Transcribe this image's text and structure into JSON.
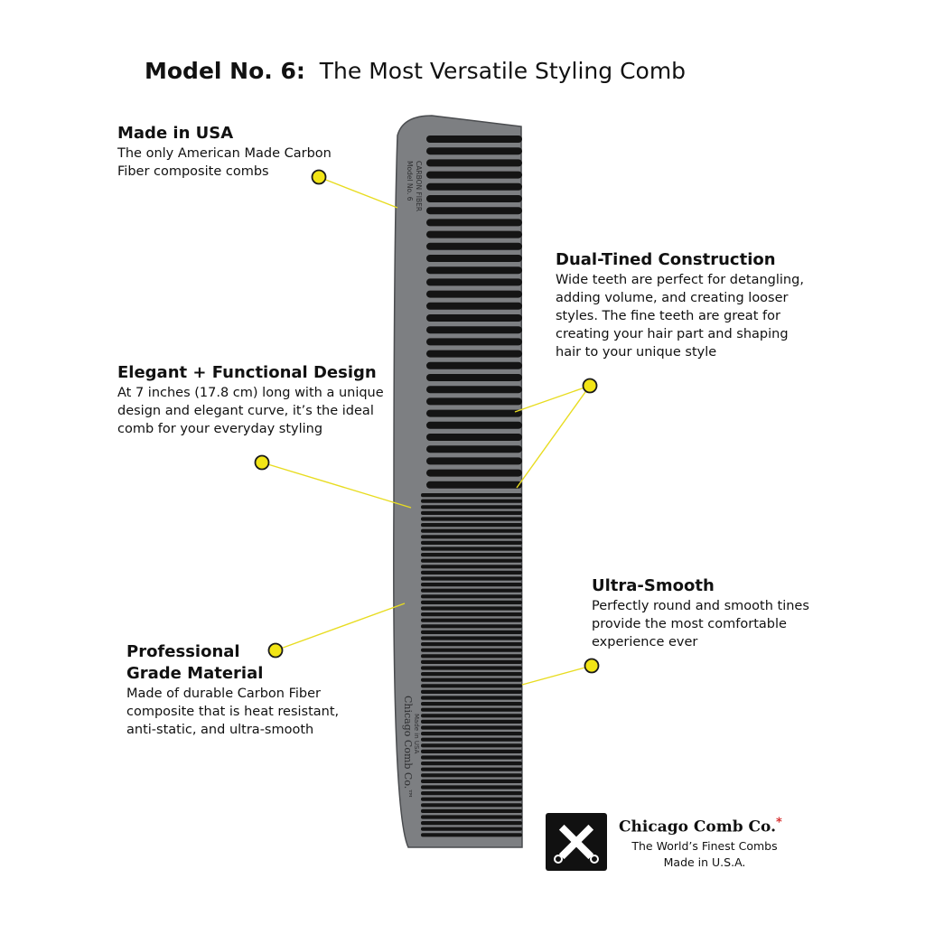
{
  "header": {
    "model": "Model No. 6:",
    "tagline": "The Most Versatile Styling Comb"
  },
  "features": {
    "usa": {
      "heading": "Made in USA",
      "lines": [
        "The only American Made Carbon",
        "Fiber composite combs"
      ]
    },
    "design": {
      "heading": "Elegant + Functional Design",
      "lines": [
        "At 7 inches (17.8 cm) long with a unique",
        "design and elegant curve, it’s the ideal",
        "comb for your everyday styling"
      ]
    },
    "material": {
      "heading_lines": [
        "Professional",
        "Grade Material"
      ],
      "lines": [
        "Made of durable Carbon Fiber",
        "composite that is heat resistant,",
        "anti-static, and ultra-smooth"
      ]
    },
    "dual": {
      "heading": "Dual-Tined Construction",
      "lines": [
        "Wide teeth are perfect for detangling,",
        "adding volume, and creating looser",
        "styles.  The fine teeth are great for",
        "creating your hair part and shaping",
        "hair to your unique style"
      ]
    },
    "smooth": {
      "heading": "Ultra-Smooth",
      "lines": [
        "Perfectly round and smooth tines",
        "provide the most comfortable",
        "experience ever"
      ]
    }
  },
  "comb": {
    "engraving_top": [
      "Model No. 6",
      "CARBON FIBER"
    ],
    "engraving_bottom": [
      "Chicago Comb Co.™",
      "Made in USA"
    ],
    "color": "#7d7f82",
    "tooth_gap_color": "#141414"
  },
  "brand": {
    "name": "Chicago Comb Co.",
    "star": "*",
    "slogan": "The World’s Finest Combs",
    "origin": "Made in U.S.A."
  },
  "colors": {
    "callout_dot": "#f2e516",
    "callout_line": "#e8dc20",
    "accent_star": "#d21a1a"
  }
}
